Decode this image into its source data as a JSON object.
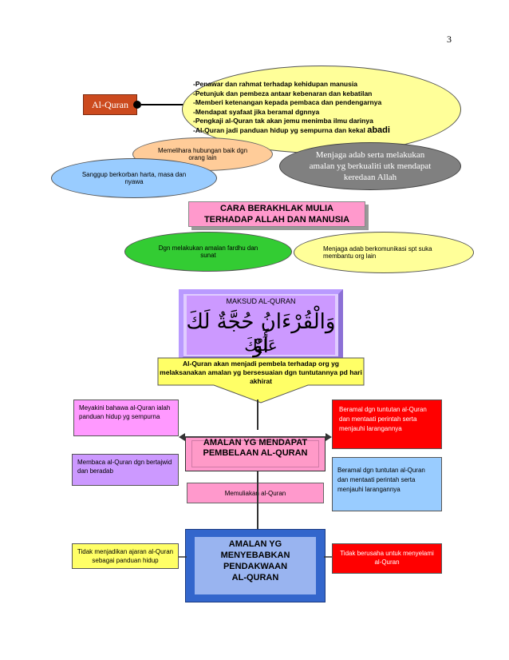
{
  "page_number": "3",
  "alquran_label": "Al-Quran",
  "yellow_list": [
    "-Penawar dan rahmat terhadap kehidupan manusia",
    "-Petunjuk dan pembeza antaar kebenaran dan kebatilan",
    "-Memberi ketenangan kepada pembaca dan pendengarnya",
    "-Mendapat syafaat jika beramal dgnnya",
    "-Pengkaji al-Quran tak akan jemu menimba ilmu darinya",
    "-Al-Quran jadi panduan hidup yg sempurna dan kekal"
  ],
  "yellow_list_last_word": "abadi",
  "peach_oval": "Memelihara hubungan baik dgn orang lain",
  "grey_oval": "Menjaga adab serta melakukan amalan yg berkualiti utk mendapat keredaan Allah",
  "blue_oval": "Sanggup berkorban harta, masa dan nyawa",
  "banner": {
    "line1": "CARA BERAKHLAK MULIA",
    "line2": "TERHADAP ALLAH DAN MANUSIA"
  },
  "green_oval": "Dgn melakukan amalan fardhu dan sunat",
  "lightyellow_oval": "Menjaga adab berkomunikasi spt suka membantu org lain",
  "maksud": {
    "title": "MAKSUD AL-QURAN",
    "arabic_line1": "وَالْقُرْءَانُ حُجَّةٌ لَكَ أَوْ",
    "arabic_line2": "عَلَيْكَ"
  },
  "arrow_text": "Al-Quran akan menjadi pembela terhadap org yg melaksanakan amalan yg bersesuaian dgn tuntutannya pd hari akhirat",
  "left_pink": "Meyakini bahawa al-Quran ialah panduan hidup yg sempurna",
  "left_violet": "Membaca al-Quran dgn bertajwid dan beradab",
  "red_box": "Beramal dgn tuntutan al-Quran dan mentaati perintah serta menjauhi larangannya",
  "blue_box": "Beramal dgn tuntutan al-Quran dan mentaati perintah serta menjauhi larangannya",
  "amalan1": "AMALAN YG MENDAPAT PEMBELAAN AL-QURAN",
  "memuliakan": "Memuliakan al-Quran",
  "amalan2": {
    "line1": "AMALAN YG",
    "line2": "MENYEBABKAN",
    "line3": "PENDAKWAAN",
    "line4": "AL-QURAN"
  },
  "yellow_bl": "Tidak menjadikan ajaran al-Quran sebagai panduan hidup",
  "red_br": "Tidak berusaha untuk menyelami al-Quran"
}
